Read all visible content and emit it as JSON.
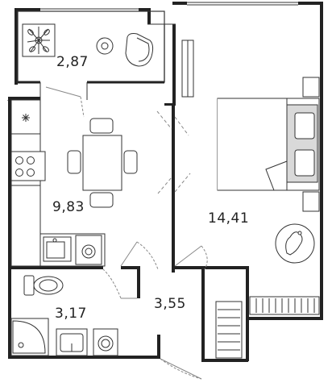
{
  "colors": {
    "wall": "#222222",
    "line": "#333333",
    "thin": "#555555",
    "fill": "#ffffff",
    "soft": "#d9d9d9",
    "door": "#888888",
    "text": "#222222"
  },
  "rooms": [
    {
      "key": "balcony",
      "label": "2,87"
    },
    {
      "key": "kitchen",
      "label": "9,83"
    },
    {
      "key": "bedroom",
      "label": "14,41"
    },
    {
      "key": "bathroom",
      "label": "3,17"
    },
    {
      "key": "hall",
      "label": "3,55"
    }
  ],
  "fixtures": [
    "balcony-flower-pot-icon",
    "balcony-round-table-icon",
    "balcony-armchair-icon",
    "kitchen-sun-vent-icon",
    "cooktop-icon",
    "kitchen-sink-icon",
    "washing-machine-icon",
    "dining-table-icon",
    "dining-chair-icon",
    "double-bed-icon",
    "pillow-icon",
    "bedroom-rug-icon",
    "electrical-panel-icon",
    "toilet-icon",
    "shower-tray-icon",
    "bathroom-sink-icon",
    "radiator-icon"
  ]
}
